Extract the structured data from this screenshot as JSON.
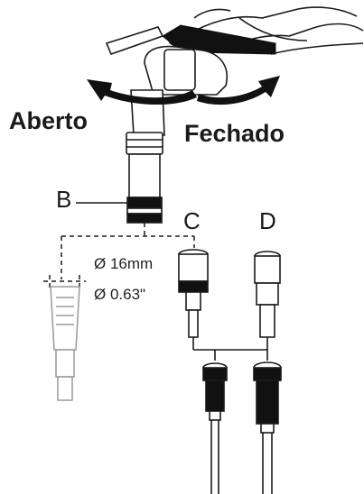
{
  "labels": {
    "open": "Aberto",
    "closed": "Fechado",
    "part_b": "B",
    "part_c": "C",
    "part_d": "D",
    "diameter_mm": "Ø 16mm",
    "diameter_in": "Ø 0.63\""
  },
  "colors": {
    "line": "#1a1a1a",
    "fill_dark": "#111111",
    "fill_grey": "#9a9a9a",
    "background": "#ffffff"
  },
  "icons": [
    "rotate-open-arrow-icon",
    "rotate-closed-arrow-icon"
  ]
}
